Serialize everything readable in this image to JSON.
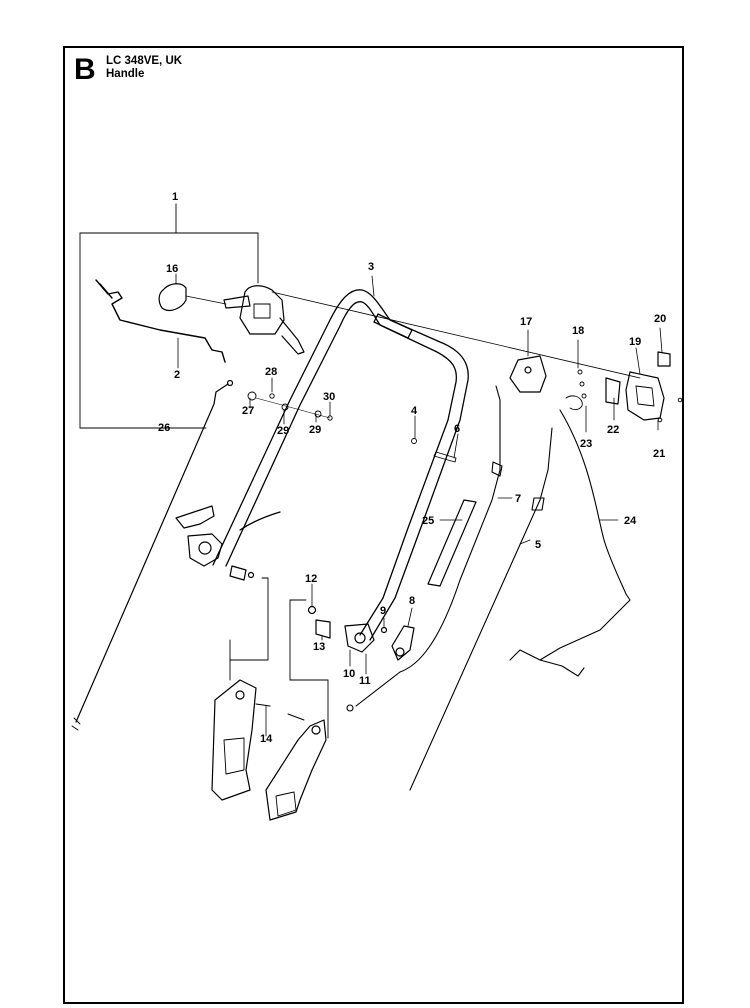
{
  "header": {
    "section_letter": "B",
    "model": "LC 348VE, UK",
    "subtitle": "Handle"
  },
  "callouts": [
    {
      "id": "callout-1",
      "text": "1"
    },
    {
      "id": "callout-2",
      "text": "2"
    },
    {
      "id": "callout-3",
      "text": "3"
    },
    {
      "id": "callout-4",
      "text": "4"
    },
    {
      "id": "callout-5",
      "text": "5"
    },
    {
      "id": "callout-6",
      "text": "6"
    },
    {
      "id": "callout-7",
      "text": "7"
    },
    {
      "id": "callout-8",
      "text": "8"
    },
    {
      "id": "callout-9",
      "text": "9"
    },
    {
      "id": "callout-10",
      "text": "10"
    },
    {
      "id": "callout-11",
      "text": "11"
    },
    {
      "id": "callout-12",
      "text": "12"
    },
    {
      "id": "callout-13",
      "text": "13"
    },
    {
      "id": "callout-14",
      "text": "14"
    },
    {
      "id": "callout-16",
      "text": "16"
    },
    {
      "id": "callout-17",
      "text": "17"
    },
    {
      "id": "callout-18",
      "text": "18"
    },
    {
      "id": "callout-19",
      "text": "19"
    },
    {
      "id": "callout-20",
      "text": "20"
    },
    {
      "id": "callout-21",
      "text": "21"
    },
    {
      "id": "callout-22",
      "text": "22"
    },
    {
      "id": "callout-23",
      "text": "23"
    },
    {
      "id": "callout-24",
      "text": "24"
    },
    {
      "id": "callout-25",
      "text": "25"
    },
    {
      "id": "callout-26",
      "text": "26"
    },
    {
      "id": "callout-27",
      "text": "27"
    },
    {
      "id": "callout-28",
      "text": "28"
    },
    {
      "id": "callout-29a",
      "text": "29"
    },
    {
      "id": "callout-29b",
      "text": "29"
    },
    {
      "id": "callout-30",
      "text": "30"
    }
  ]
}
